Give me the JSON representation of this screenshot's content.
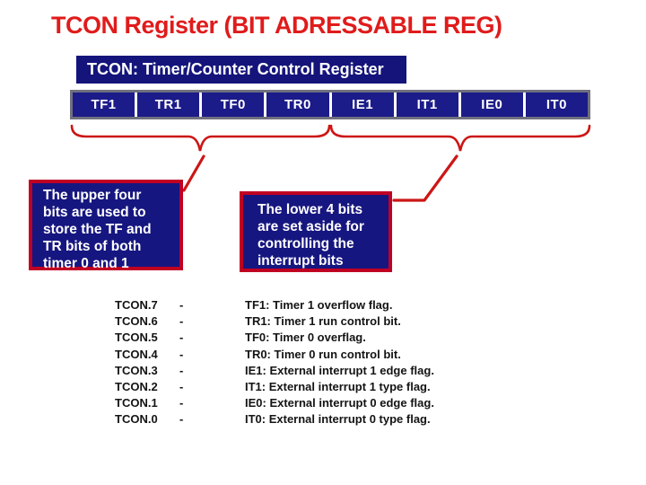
{
  "slide": {
    "title": "TCON Register (BIT ADRESSABLE REG)"
  },
  "register_header": {
    "label": "TCON: Timer/Counter Control Register"
  },
  "register": {
    "bits": [
      "TF1",
      "TR1",
      "TF0",
      "TR0",
      "IE1",
      "IT1",
      "IE0",
      "IT0"
    ]
  },
  "callouts": {
    "upper": {
      "text": "The upper four\nbits are used to\nstore the TF and\nTR bits of both\ntimer 0 and 1"
    },
    "lower": {
      "text": "The lower 4 bits\nare set aside for\ncontrolling the\ninterrupt bits"
    }
  },
  "bit_table": {
    "rows": [
      {
        "bit": "TCON.7",
        "sep": "-",
        "desc": "TF1: Timer 1 overflow flag."
      },
      {
        "bit": "TCON.6",
        "sep": "-",
        "desc": "TR1: Timer 1 run control bit."
      },
      {
        "bit": "TCON.5",
        "sep": "-",
        "desc": "TF0: Timer 0 overflag."
      },
      {
        "bit": "TCON.4",
        "sep": "-",
        "desc": "TR0: Timer 0 run control bit."
      },
      {
        "bit": "TCON.3",
        "sep": "-",
        "desc": "IE1: External interrupt 1 edge flag."
      },
      {
        "bit": "TCON.2",
        "sep": "-",
        "desc": "IT1: External interrupt 1 type flag."
      },
      {
        "bit": "TCON.1",
        "sep": "-",
        "desc": "IE0: External interrupt 0 edge flag."
      },
      {
        "bit": "TCON.0",
        "sep": "-",
        "desc": "IT0: External interrupt 0 type flag."
      }
    ]
  },
  "colors": {
    "navy": "#1b1b8a",
    "navy_dark": "#14147b",
    "title_red": "#e01b1b",
    "annotation_red": "#cc1616",
    "callout_border_red": "#c00023",
    "register_border_gray": "#70707e"
  }
}
